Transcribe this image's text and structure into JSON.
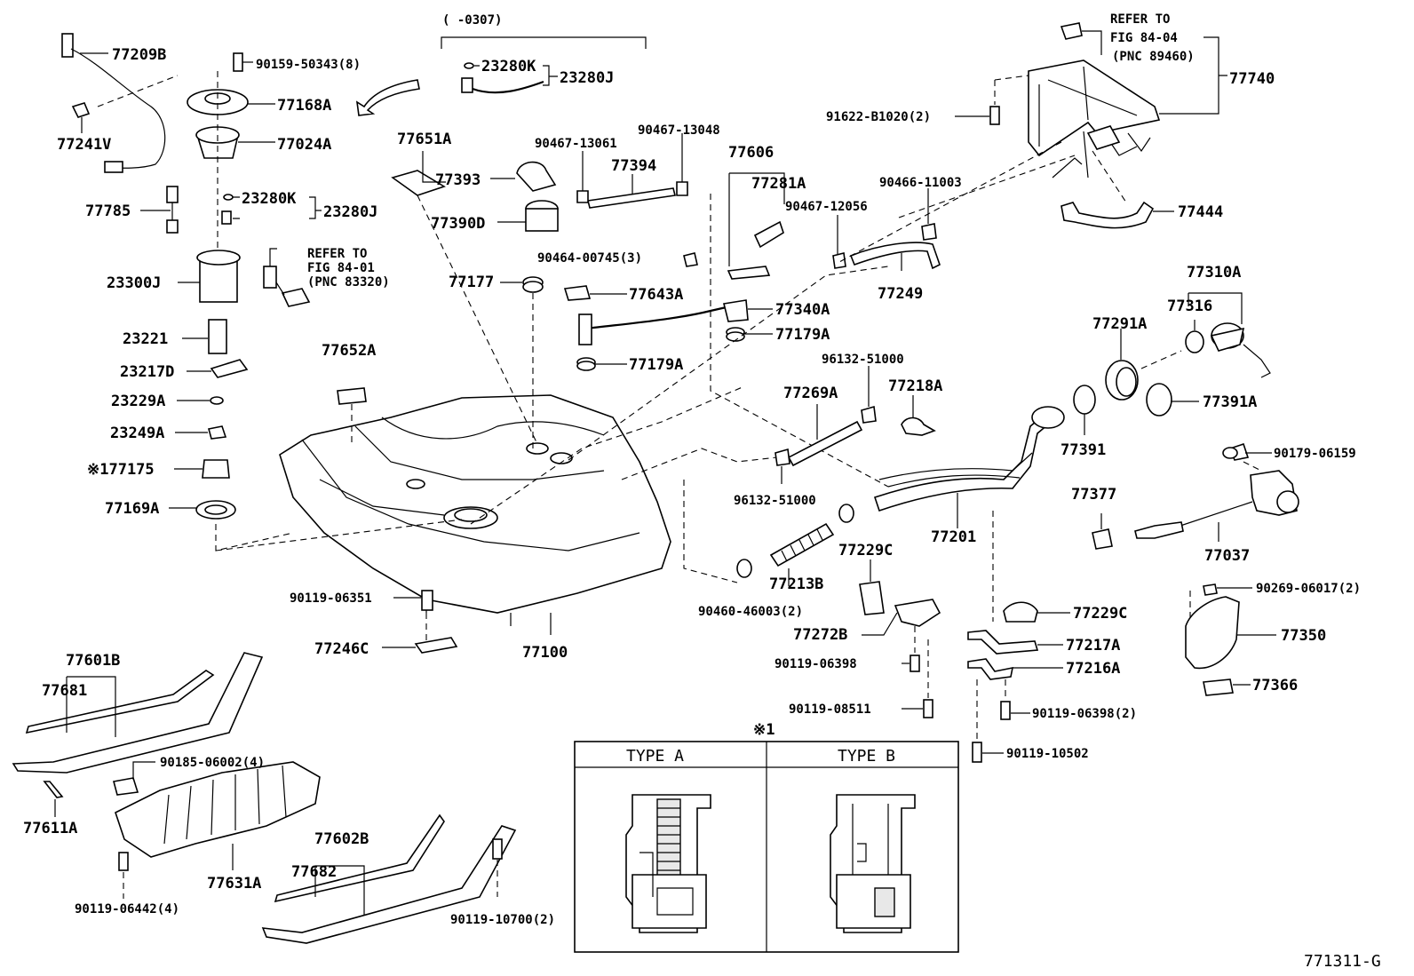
{
  "labels": {
    "p77209B": "77209B",
    "p90159": "90159-50343(8)",
    "p77168A": "77168A",
    "p77024A": "77024A",
    "p77241V": "77241V",
    "p77785": "77785",
    "p23280K_a": "23280K",
    "p23280J_a": "23280J",
    "p23300J": "23300J",
    "p23221": "23221",
    "p23217D": "23217D",
    "p23229A": "23229A",
    "p23249A": "23249A",
    "p177175": "※177175",
    "p77169A": "77169A",
    "refer1_1": "REFER TO",
    "refer1_2": "FIG 84-01",
    "refer1_3": "(PNC 83320)",
    "range": "(     -0307)",
    "p23280K_b": "23280K",
    "p23280J_b": "23280J",
    "p77651A": "77651A",
    "p77393": "77393",
    "p77390D": "77390D",
    "p90467_13061": "90467-13061",
    "p90467_13048": "90467-13048",
    "p77394": "77394",
    "p77606": "77606",
    "p77281A": "77281A",
    "p90464": "90464-00745(3)",
    "p77177": "77177",
    "p77643A": "77643A",
    "p77340A": "77340A",
    "p77179A_a": "77179A",
    "p77179A_b": "77179A",
    "p90467_12056": "90467-12056",
    "p90466": "90466-11003",
    "p77249": "77249",
    "p77652A": "77652A",
    "p96132_a": "96132-51000",
    "p96132_b": "96132-51000",
    "p77269A": "77269A",
    "p77218A": "77218A",
    "p90119_06351": "90119-06351",
    "p77246C": "77246C",
    "p77100": "77100",
    "p77213B": "77213B",
    "p90460": "90460-46003(2)",
    "p77229C_a": "77229C",
    "p77272B": "77272B",
    "p77201": "77201",
    "p90119_06398_a": "90119-06398",
    "p90119_08511": "90119-08511",
    "p77229C_b": "77229C",
    "p77217A": "77217A",
    "p77216A": "77216A",
    "p90119_06398_b": "90119-06398(2)",
    "p90119_10502": "90119-10502",
    "refer2_1": "REFER TO",
    "refer2_2": "FIG 84-04",
    "refer2_3": "(PNC 89460)",
    "p77740": "77740",
    "p91622": "91622-B1020(2)",
    "p77444": "77444",
    "p77310A": "77310A",
    "p77316": "77316",
    "p77291A": "77291A",
    "p77391A": "77391A",
    "p77391": "77391",
    "p90179": "90179-06159",
    "p77377": "77377",
    "p77037": "77037",
    "p90269": "90269-06017(2)",
    "p77350": "77350",
    "p77366": "77366",
    "p77601B": "77601B",
    "p77681": "77681",
    "p77611A": "77611A",
    "p90185": "90185-06002(4)",
    "p77631A": "77631A",
    "p90119_06442": "90119-06442(4)",
    "p77602B": "77602B",
    "p77682": "77682",
    "p90119_10700": "90119-10700(2)",
    "note1": "※1",
    "typeA": "TYPE  A",
    "typeB": "TYPE  B",
    "figno": "771311-G"
  }
}
